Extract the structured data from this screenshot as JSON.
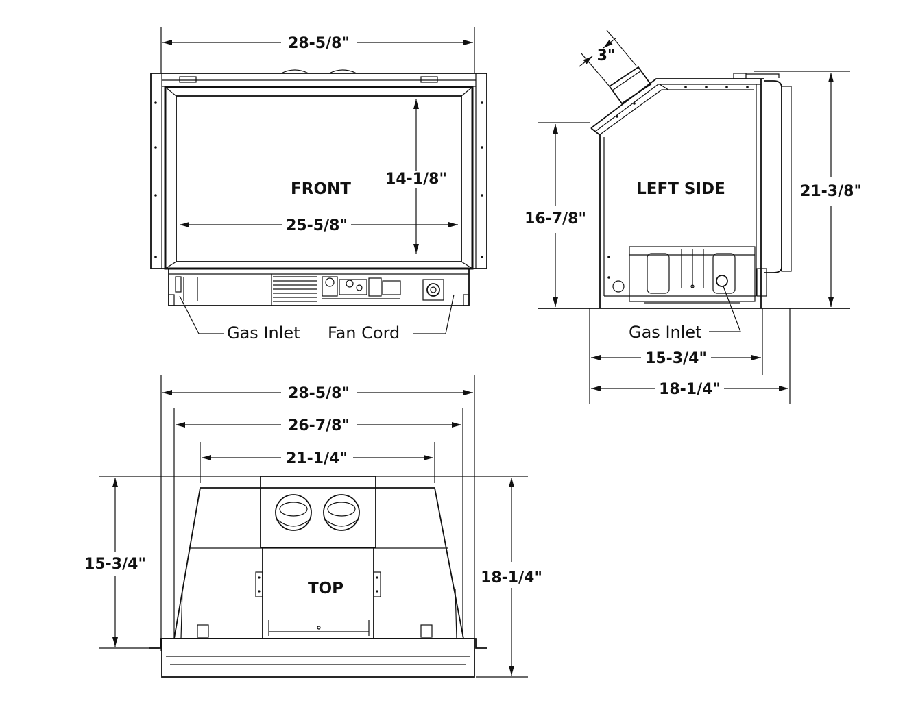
{
  "front": {
    "view_label": "FRONT",
    "width_overall": "28-5/8\"",
    "glass_width": "25-5/8\"",
    "glass_height": "14-1/8\"",
    "callout_gas_inlet": "Gas Inlet",
    "callout_fan_cord": "Fan Cord"
  },
  "left_side": {
    "view_label": "LEFT SIDE",
    "vent_diameter": "3\"",
    "front_height": "16-7/8\"",
    "overall_height": "21-3/8\"",
    "depth_inner": "15-3/4\"",
    "depth_overall": "18-1/4\"",
    "callout_gas_inlet": "Gas Inlet"
  },
  "top": {
    "view_label": "TOP",
    "width_overall": "28-5/8\"",
    "width_mid": "26-7/8\"",
    "width_back": "21-1/4\"",
    "depth_inner": "15-3/4\"",
    "depth_overall": "18-1/4\""
  }
}
